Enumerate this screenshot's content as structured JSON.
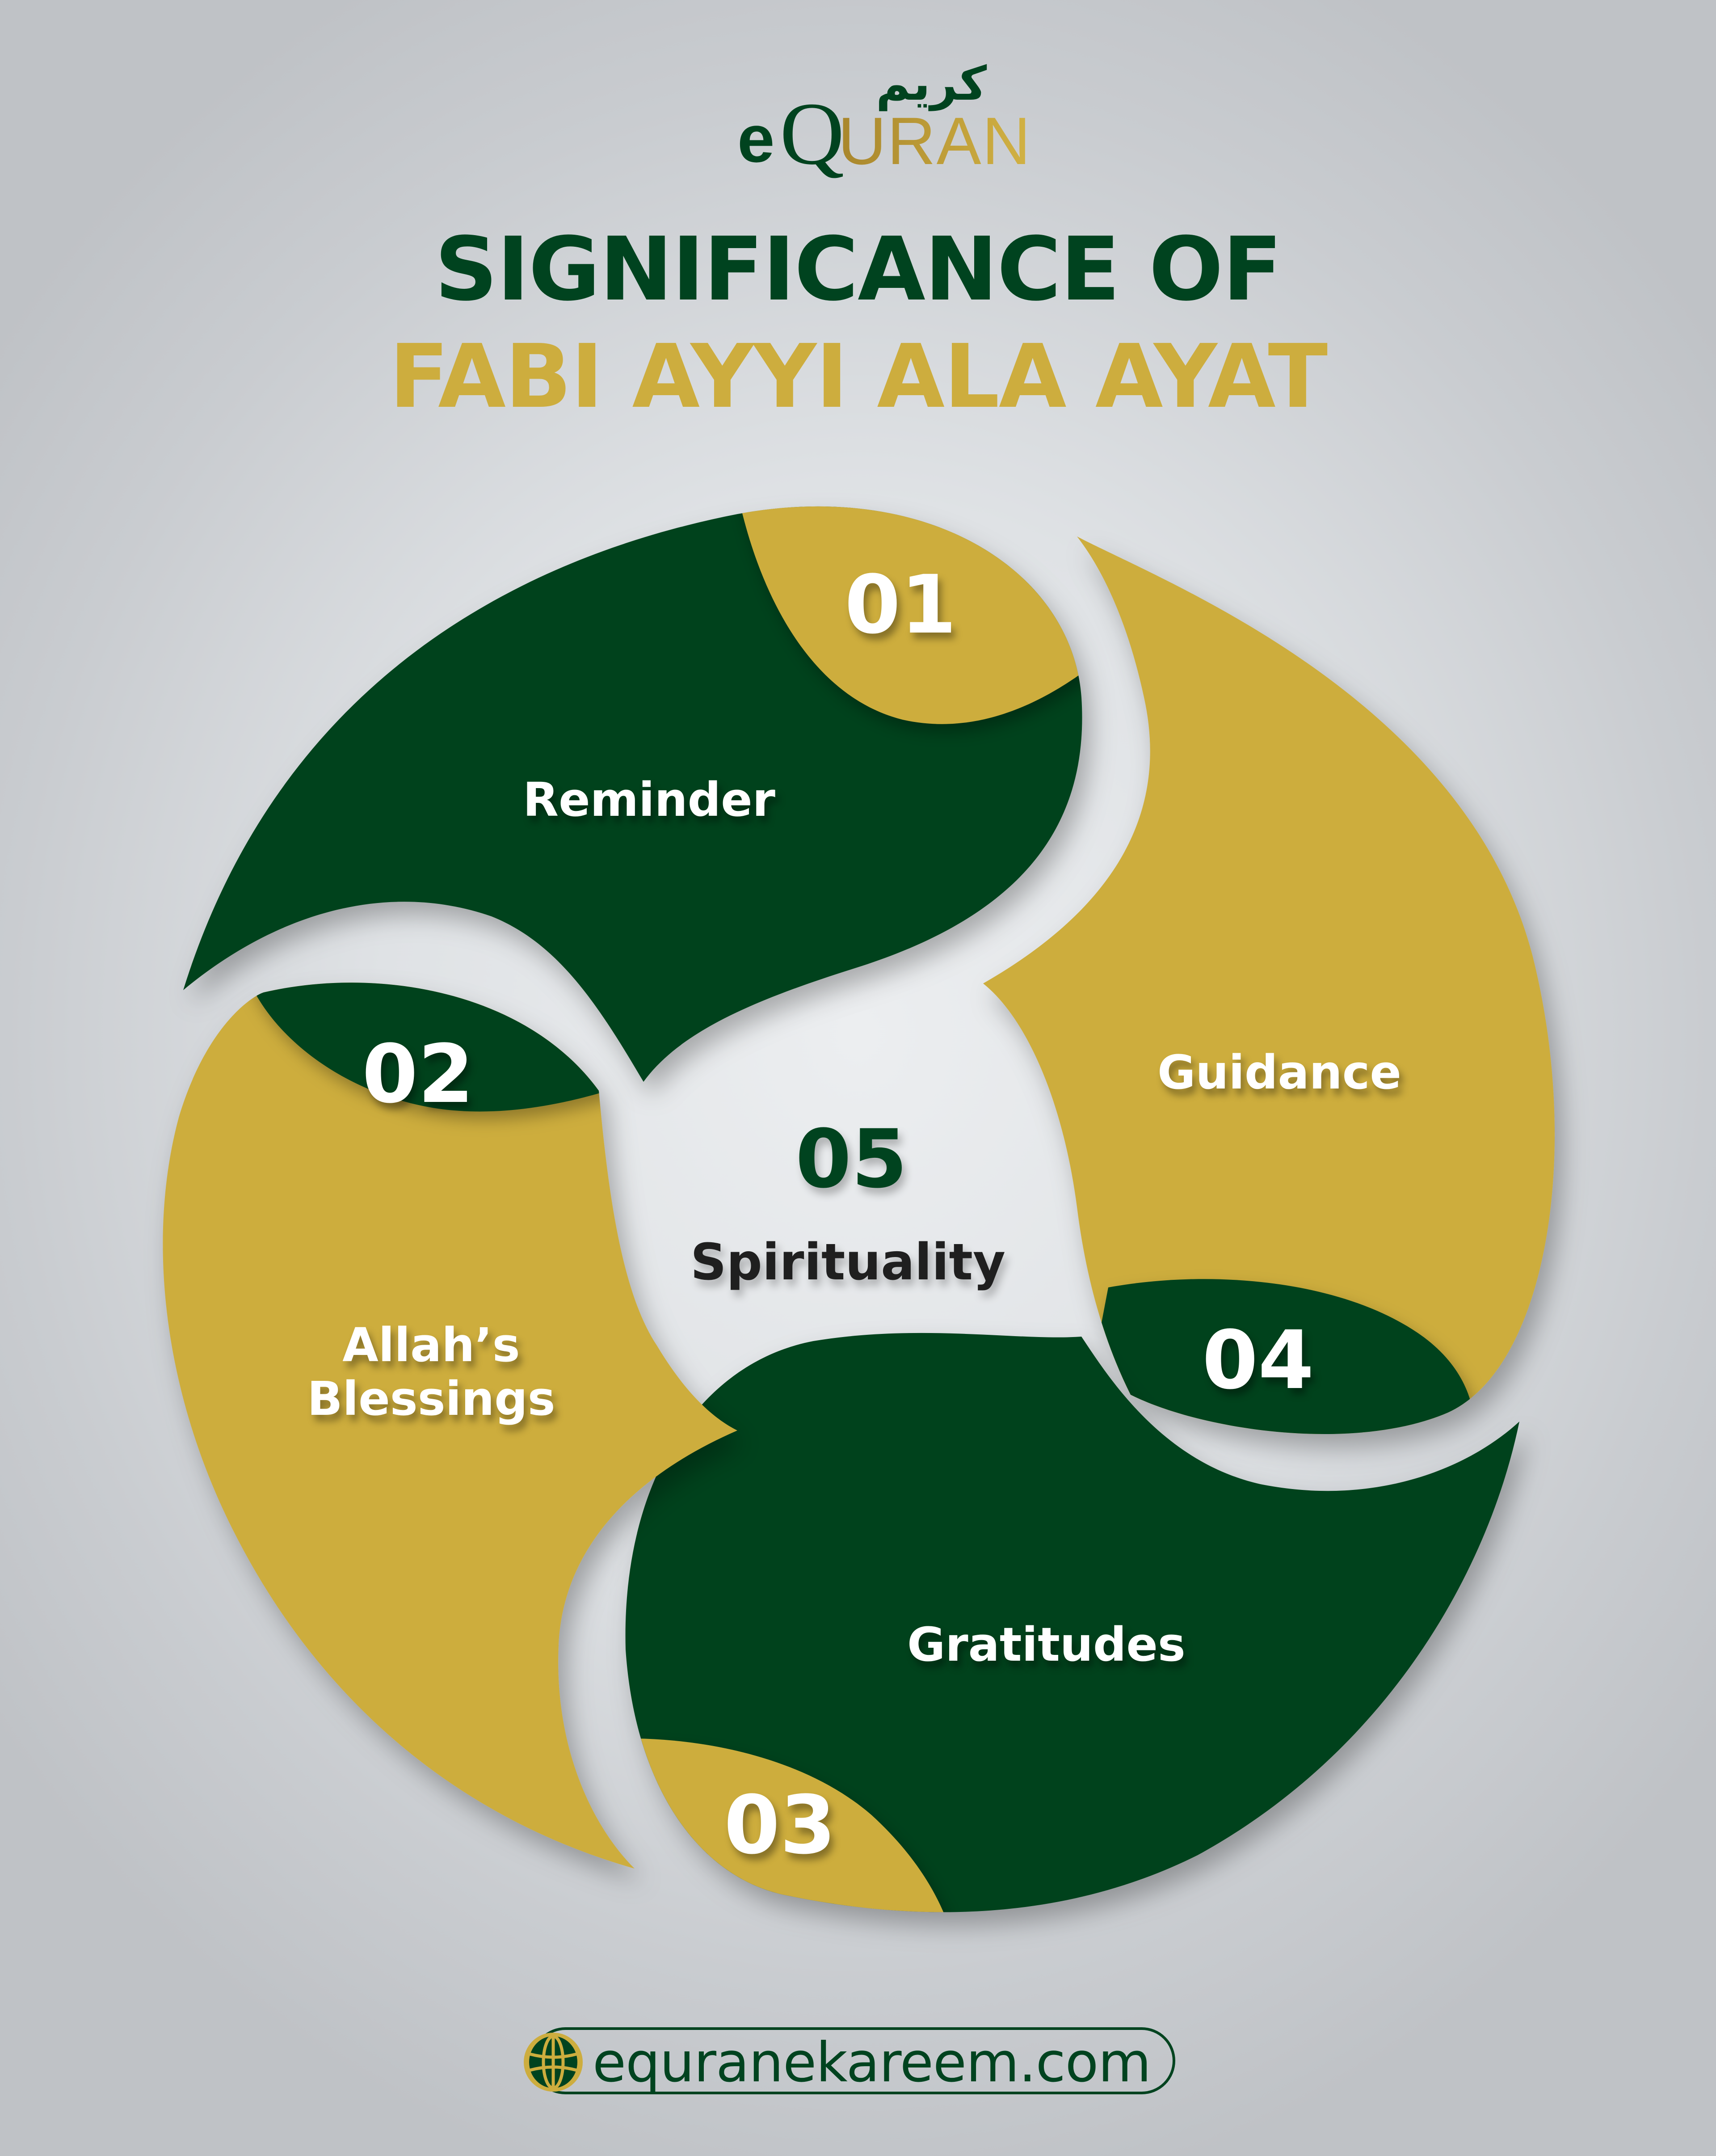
{
  "logo": {
    "prefix": "e",
    "q_letter": "Q",
    "suffix": "URAN",
    "arabic": "كريم"
  },
  "title": {
    "line1": "SIGNIFICANCE OF",
    "line2": "FABI AYYI ALA AYAT"
  },
  "colors": {
    "green": "#00431f",
    "gold": "#cdad3e",
    "background_edge": "#c0c3c7",
    "background_center": "#eceef0",
    "text_dark": "#1f1f1f"
  },
  "diagram": {
    "items": [
      {
        "number": "01",
        "label": "Reminder",
        "petal_color": "green",
        "badge_color": "gold"
      },
      {
        "number": "02",
        "label": "Allah’s Blessings",
        "label_line1": "Allah’s",
        "label_line2": "Blessings",
        "petal_color": "gold",
        "badge_color": "green"
      },
      {
        "number": "03",
        "label": "Gratitudes",
        "petal_color": "green",
        "badge_color": "gold"
      },
      {
        "number": "04",
        "label": "Guidance",
        "petal_color": "gold",
        "badge_color": "green"
      },
      {
        "number": "05",
        "label": "Spirituality",
        "petal_color": "center",
        "badge_color": "none"
      }
    ]
  },
  "footer": {
    "icon": "globe-icon",
    "url": "equranekareem.com"
  }
}
